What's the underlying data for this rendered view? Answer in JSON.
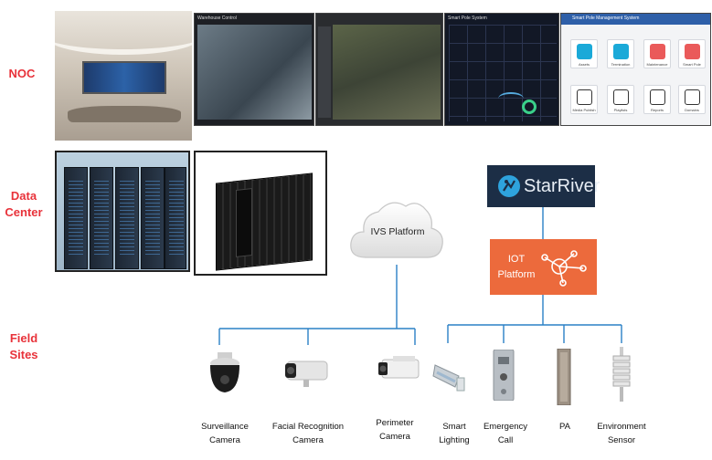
{
  "rows": {
    "noc": "NOC",
    "data_center": "Data\nCenter",
    "field_sites": "Field\nSites"
  },
  "noc_screens": {
    "video_window_title": "Warehouse Control",
    "smart_pole_title": "Smart Pole System",
    "management_title": "Smart Pole Management System",
    "management_tiles": [
      "Assets",
      "Termination",
      "Maintenance",
      "Smart Pole",
      "Media Publish",
      "Playlists",
      "Reports",
      "Domains"
    ]
  },
  "platforms": {
    "ivs": "IVS Platform",
    "starriver": "StarRiver",
    "iot": "IOT\nPlatform"
  },
  "devices": [
    {
      "label": "Surveillance\nCamera",
      "icon": "dome-camera-icon"
    },
    {
      "label": "Facial Recognition\nCamera",
      "icon": "bullet-camera-icon"
    },
    {
      "label": "Perimeter\nCamera",
      "icon": "box-camera-icon"
    },
    {
      "label": "Smart\nLighting",
      "icon": "street-light-icon"
    },
    {
      "label": "Emergency\nCall",
      "icon": "intercom-icon"
    },
    {
      "label": "PA",
      "icon": "speaker-column-icon"
    },
    {
      "label": "Environment\nSensor",
      "icon": "weather-sensor-icon"
    }
  ],
  "colors": {
    "row_label": "#e8323a",
    "connector": "#2a80c6",
    "iot": "#ec6a3c",
    "starriver_bg": "#1c2e46"
  }
}
